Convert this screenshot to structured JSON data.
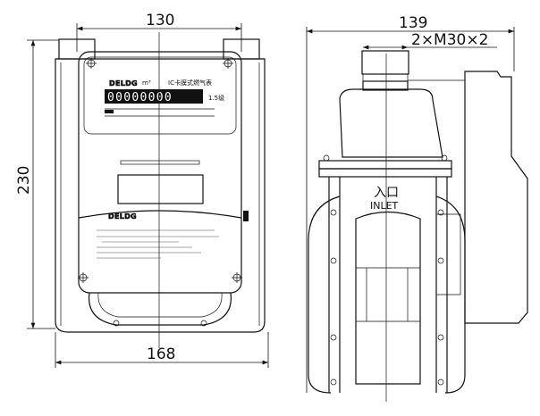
{
  "dimensions": {
    "front_width_top": "130",
    "front_height": "230",
    "front_width_bottom": "168",
    "side_depth": "139",
    "thread_spec": "2×M30×2"
  },
  "front_label": {
    "brand": "DELDG",
    "unit": "m³",
    "product": "IC卡膜式燃气表",
    "counter": "00000000",
    "accuracy_class": "1.5级"
  },
  "instruction_panel": {
    "brand": "DELDG"
  },
  "side_label": {
    "inlet_cn": "入口",
    "inlet_en": "INLET"
  }
}
